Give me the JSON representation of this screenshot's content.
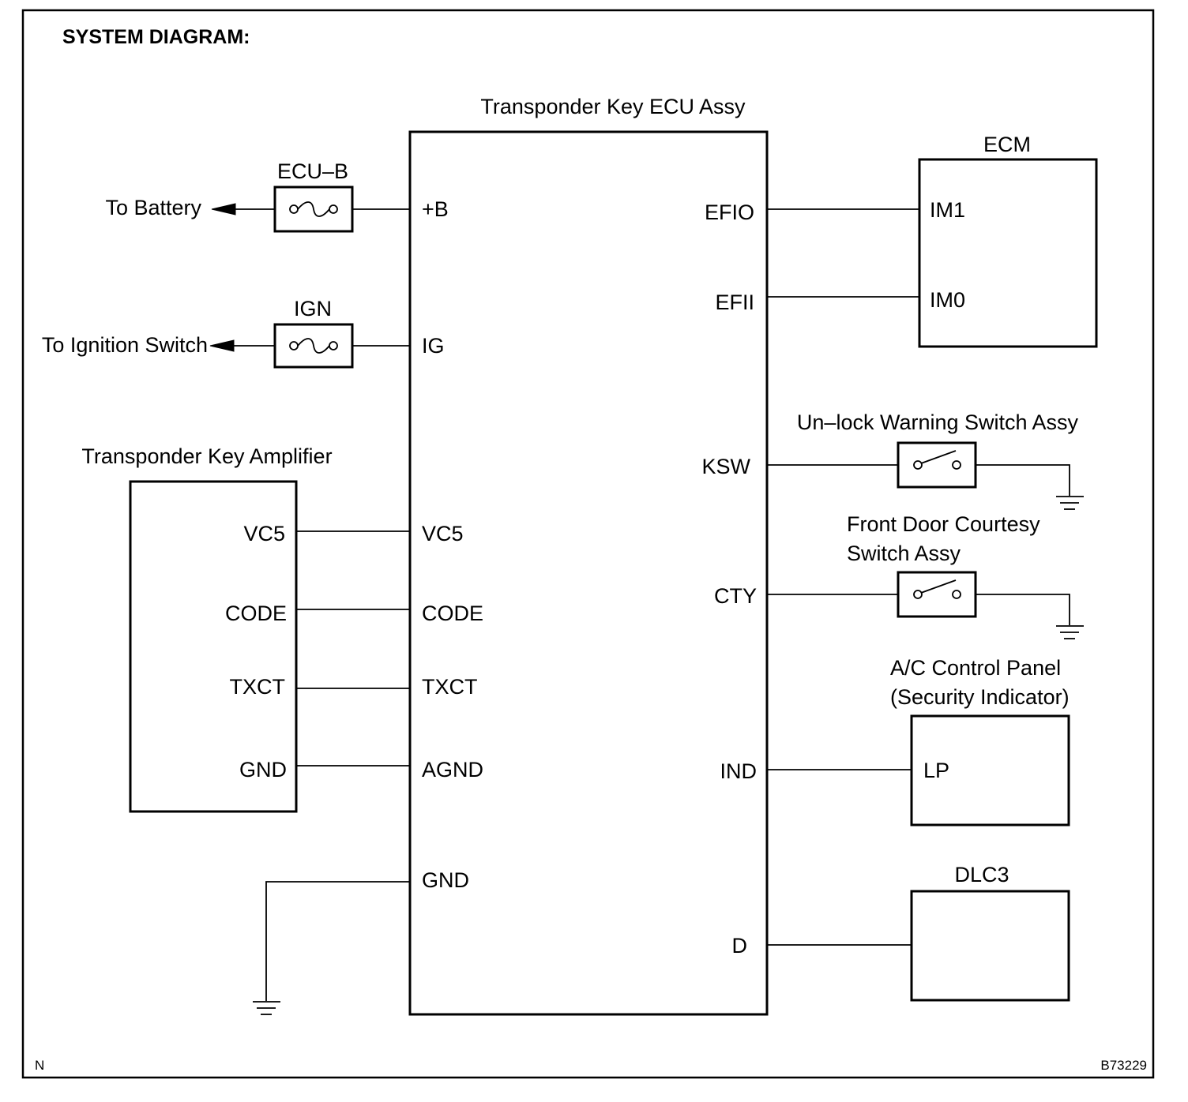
{
  "title": "SYSTEM DIAGRAM:",
  "ecu": {
    "title": "Transponder Key ECU Assy",
    "left_pins": [
      "+B",
      "IG",
      "VC5",
      "CODE",
      "TXCT",
      "AGND",
      "GND"
    ],
    "right_pins": [
      "EFIO",
      "EFII",
      "KSW",
      "CTY",
      "IND",
      "D"
    ]
  },
  "fuses": {
    "ecub": {
      "label": "ECU–B",
      "destination": "To Battery"
    },
    "ign": {
      "label": "IGN",
      "destination": "To Ignition Switch"
    }
  },
  "amplifier": {
    "title": "Transponder Key Amplifier",
    "pins": [
      "VC5",
      "CODE",
      "TXCT",
      "GND"
    ]
  },
  "ecm": {
    "title": "ECM",
    "pins": [
      "IM1",
      "IM0"
    ]
  },
  "unlock_switch": {
    "title": "Un–lock Warning Switch Assy"
  },
  "courtesy_switch": {
    "title_line1": "Front Door Courtesy",
    "title_line2": "Switch Assy"
  },
  "ac_panel": {
    "title_line1": "A/C Control Panel",
    "title_line2": "(Security Indicator)",
    "pin": "LP"
  },
  "dlc3": {
    "title": "DLC3"
  },
  "footer": {
    "left": "N",
    "right": "B73229"
  }
}
